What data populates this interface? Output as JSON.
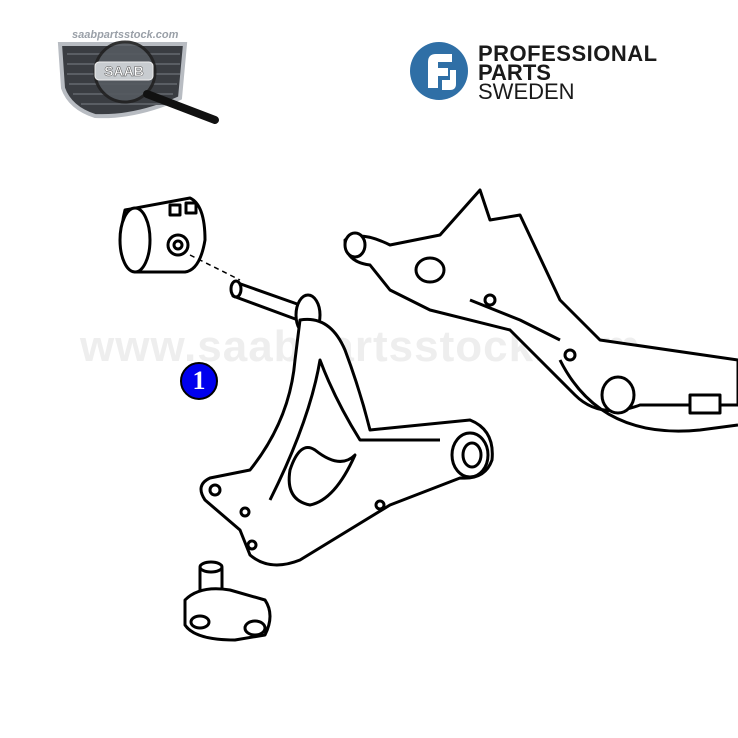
{
  "logos": {
    "left": {
      "site": "saabpartsstock.com",
      "badge": "SAAB"
    },
    "right": {
      "line1": "PROFESSIONAL",
      "line2": "PARTS",
      "line3": "SWEDEN"
    }
  },
  "diagram": {
    "watermark": "www.saabpartsstock.com",
    "callout_number": "1"
  },
  "colors": {
    "callout": "#0000ee",
    "pps_blue": "#2f6fa6"
  }
}
